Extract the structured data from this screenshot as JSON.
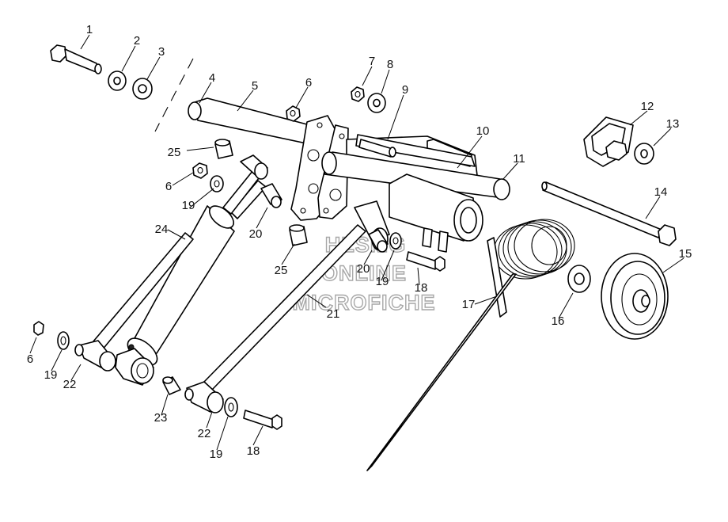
{
  "diagram": {
    "callouts": [
      {
        "id": "c1",
        "text": "1"
      },
      {
        "id": "c2",
        "text": "2"
      },
      {
        "id": "c3",
        "text": "3"
      },
      {
        "id": "c4",
        "text": "4"
      },
      {
        "id": "c5",
        "text": "5"
      },
      {
        "id": "c6a",
        "text": "6"
      },
      {
        "id": "c7",
        "text": "7"
      },
      {
        "id": "c8",
        "text": "8"
      },
      {
        "id": "c9",
        "text": "9"
      },
      {
        "id": "c10",
        "text": "10"
      },
      {
        "id": "c11",
        "text": "11"
      },
      {
        "id": "c12",
        "text": "12"
      },
      {
        "id": "c13",
        "text": "13"
      },
      {
        "id": "c14",
        "text": "14"
      },
      {
        "id": "c15",
        "text": "15"
      },
      {
        "id": "c16",
        "text": "16"
      },
      {
        "id": "c17",
        "text": "17"
      },
      {
        "id": "c18a",
        "text": "18"
      },
      {
        "id": "c18b",
        "text": "18"
      },
      {
        "id": "c19a",
        "text": "19"
      },
      {
        "id": "c19b",
        "text": "19"
      },
      {
        "id": "c19c",
        "text": "19"
      },
      {
        "id": "c19d",
        "text": "19"
      },
      {
        "id": "c20a",
        "text": "20"
      },
      {
        "id": "c20b",
        "text": "20"
      },
      {
        "id": "c21",
        "text": "21"
      },
      {
        "id": "c22a",
        "text": "22"
      },
      {
        "id": "c22b",
        "text": "22"
      },
      {
        "id": "c23",
        "text": "23"
      },
      {
        "id": "c24",
        "text": "24"
      },
      {
        "id": "c25a",
        "text": "25"
      },
      {
        "id": "c25b",
        "text": "25"
      },
      {
        "id": "c6b",
        "text": "6"
      },
      {
        "id": "c6c",
        "text": "6"
      }
    ],
    "watermark": [
      "HLSMG",
      "ONLINE",
      "MICROFICHE"
    ]
  }
}
